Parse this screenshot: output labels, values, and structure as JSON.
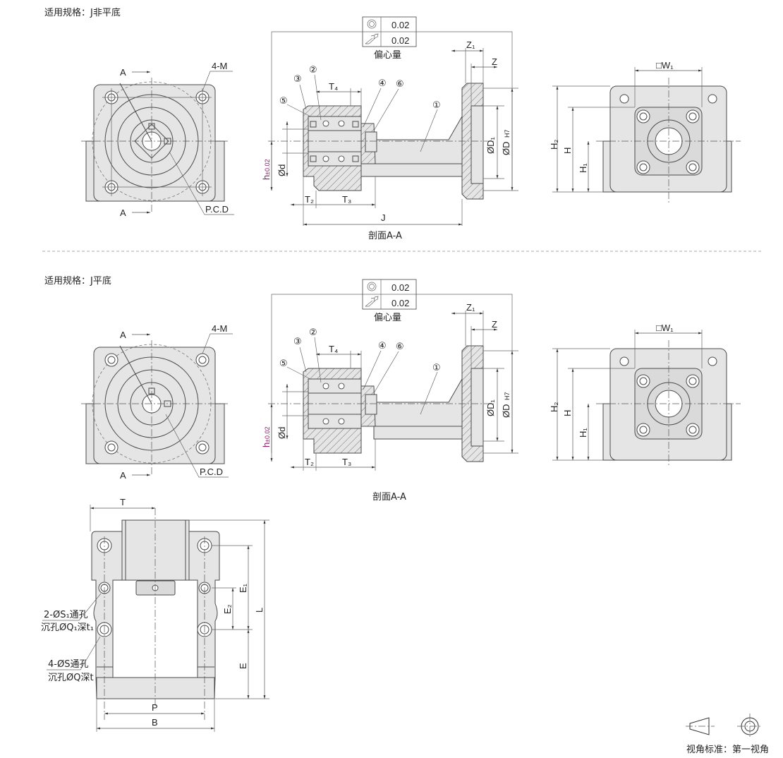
{
  "sections": [
    {
      "spec_label": "适用规格：J非平底",
      "front": {
        "a_top": "A",
        "a_bottom": "A",
        "m_label": "4-M",
        "pcd_label": "P.C.D"
      },
      "section": {
        "tolerance": [
          {
            "symbol": "concentricity-icon",
            "value": "0.02"
          },
          {
            "symbol": "total-runout-icon",
            "value": "0.02"
          }
        ],
        "tolerance_caption": "偏心量",
        "balloons": [
          "①",
          "②",
          "③",
          "④",
          "⑤",
          "⑥"
        ],
        "dims": {
          "z1": "Z₁",
          "z": "Z",
          "t4": "T₄",
          "t2": "T₂",
          "t3": "T₃",
          "j": "J",
          "d1": "ØD₁",
          "dh": "ØD",
          "dh_sub": "H7",
          "d": "Ød",
          "h": "h",
          "h_sub": "±0.02"
        },
        "caption": "剖面A-A"
      },
      "side": {
        "w1": "□W₁",
        "h2": "H₂",
        "h": "H",
        "h1": "H₁"
      }
    },
    {
      "spec_label": "适用规格：J平底",
      "front": {
        "a_top": "A",
        "a_bottom": "A",
        "m_label": "4-M",
        "pcd_label": "P.C.D"
      },
      "section": {
        "tolerance": [
          {
            "symbol": "concentricity-icon",
            "value": "0.02"
          },
          {
            "symbol": "total-runout-icon",
            "value": "0.02"
          }
        ],
        "tolerance_caption": "偏心量",
        "balloons": [
          "①",
          "②",
          "③",
          "④",
          "⑤",
          "⑥"
        ],
        "dims": {
          "z1": "Z₁",
          "z": "Z",
          "t4": "T₄",
          "t2": "T₂",
          "t3": "T₃",
          "d1": "ØD₁",
          "dh": "ØD",
          "dh_sub": "H7",
          "d": "Ød",
          "h": "h",
          "h_sub": "±0.02"
        },
        "caption": "剖面A-A"
      },
      "side": {
        "w1": "□W₁",
        "h2": "H₂",
        "h": "H",
        "h1": "H₁"
      }
    }
  ],
  "bottom_view": {
    "dims": {
      "t": "T",
      "l": "L",
      "e1": "E₁",
      "e2": "E₂",
      "e": "E",
      "p": "P",
      "b": "B"
    },
    "callout1": {
      "line1": "2-ØS₁通孔",
      "line2": "沉孔ØQ₁深t₁"
    },
    "callout2": {
      "line1": "4-ØS通孔",
      "line2": "沉孔ØQ深t"
    }
  },
  "projection": {
    "label": "视角标准：第一视角",
    "icon": "first-angle-projection-icon"
  },
  "colors": {
    "part_fill": "#e5e5e5",
    "stroke": "#4a4a4a",
    "dimension_magenta": "#8a1a6a"
  }
}
